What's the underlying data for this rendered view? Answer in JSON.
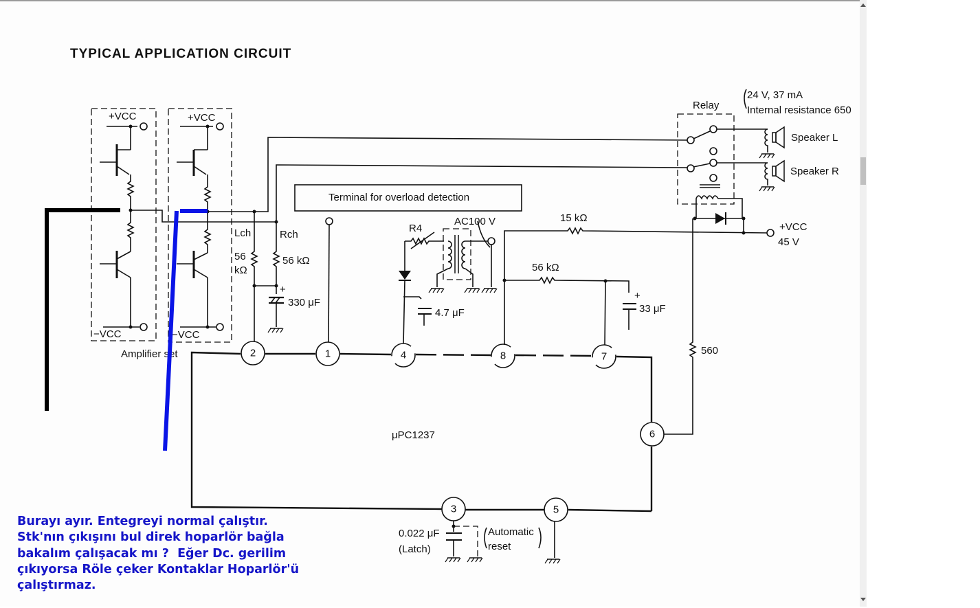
{
  "document": {
    "title": "TYPICAL APPLICATION CIRCUIT",
    "ic_label": "μPC1237",
    "amplifier": {
      "label": "Amplifier set",
      "vcc_pos": "+VCC",
      "vcc_neg": "−VCC"
    },
    "channels": {
      "left": "Lch",
      "right": "Rch"
    },
    "components": {
      "r_lch": "56\nkΩ",
      "r_lch_top": "56",
      "r_lch_bottom": "kΩ",
      "r_rch": "56 kΩ",
      "c_330": "330 μF",
      "overload_box": "Terminal for overload detection",
      "r4": "R4",
      "ac100": "AC100 V",
      "c_47": "4.7 μF",
      "r_15k": "15 kΩ",
      "r_56k": "56 kΩ",
      "c_33": "33 μF",
      "r_560": "560",
      "c_latch_value": "0.022 μF",
      "c_latch_label": "(Latch)",
      "auto_reset_1": "Automatic",
      "auto_reset_2": "reset"
    },
    "relay": {
      "label": "Relay",
      "spec_line1": "24 V, 37 mA",
      "spec_line2": "Internal resistance 650",
      "speaker_l": "Speaker L",
      "speaker_r": "Speaker R"
    },
    "supply": {
      "label": "+VCC",
      "value": "45 V"
    },
    "pins": [
      "1",
      "2",
      "3",
      "4",
      "5",
      "6",
      "7",
      "8"
    ]
  },
  "annotation": {
    "color": "#1515c8",
    "lines": [
      "Burayı ayır. Entegreyi normal çalıştır.",
      "Stk'nın çıkışını bul direk hoparlör bağla",
      "bakalım çalışacak mı ?  Eğer Dc. gerilim",
      "çıkıyorsa Röle çeker Kontaklar Hoparlör'ü",
      "çalıştırmaz."
    ]
  },
  "markers": {
    "black": "#000000",
    "blue": "#0a14e6"
  }
}
